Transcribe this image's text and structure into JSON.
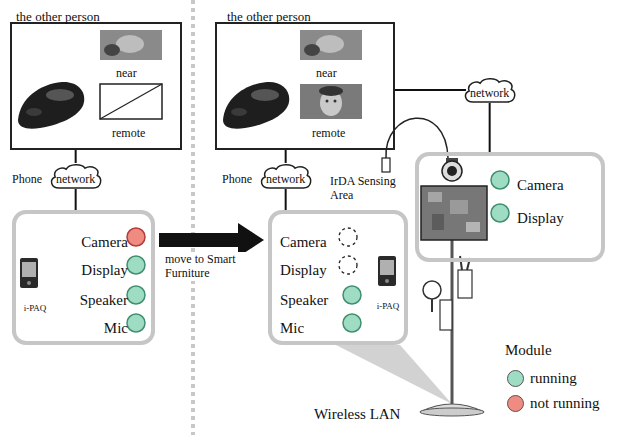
{
  "diagram": {
    "nodes": [
      {
        "text": [
          "the other person"
        ]
      },
      {
        "text": [
          "network"
        ]
      },
      {
        "text": [
          "Camera",
          "Display",
          "Speaker",
          "Mic",
          "i-PAQ"
        ]
      },
      {
        "text": [
          "the other person"
        ]
      },
      {
        "text": [
          "network"
        ]
      },
      {
        "text": [
          "Camera",
          "Display",
          "Speaker",
          "Mic",
          "i-PAQ"
        ]
      },
      {
        "text": [
          "network"
        ]
      },
      {
        "text": [
          "Camera",
          "Display"
        ]
      }
    ],
    "edges": [
      {
        "from": 0,
        "to": 1,
        "arrow": "none"
      },
      {
        "from": 1,
        "to": 2,
        "arrow": "none"
      },
      {
        "from": 3,
        "to": 4,
        "arrow": "none"
      },
      {
        "from": 4,
        "to": 5,
        "arrow": "none"
      },
      {
        "from": 3,
        "to": 6,
        "arrow": "none"
      },
      {
        "from": 6,
        "to": 7,
        "arrow": "none"
      },
      {
        "from": 2,
        "to": 5,
        "arrow": "to",
        "label": "move to Smart Furniture"
      }
    ],
    "labels": [
      "near",
      "remote",
      "near",
      "remote",
      "Phone",
      "Phone",
      "IrDA Sensing Area",
      "Wireless LAN",
      "Module"
    ],
    "legend": [
      {
        "text": "running",
        "color": "#9fdcc4"
      },
      {
        "text": "not running",
        "color": "#ef8b80"
      }
    ]
  }
}
